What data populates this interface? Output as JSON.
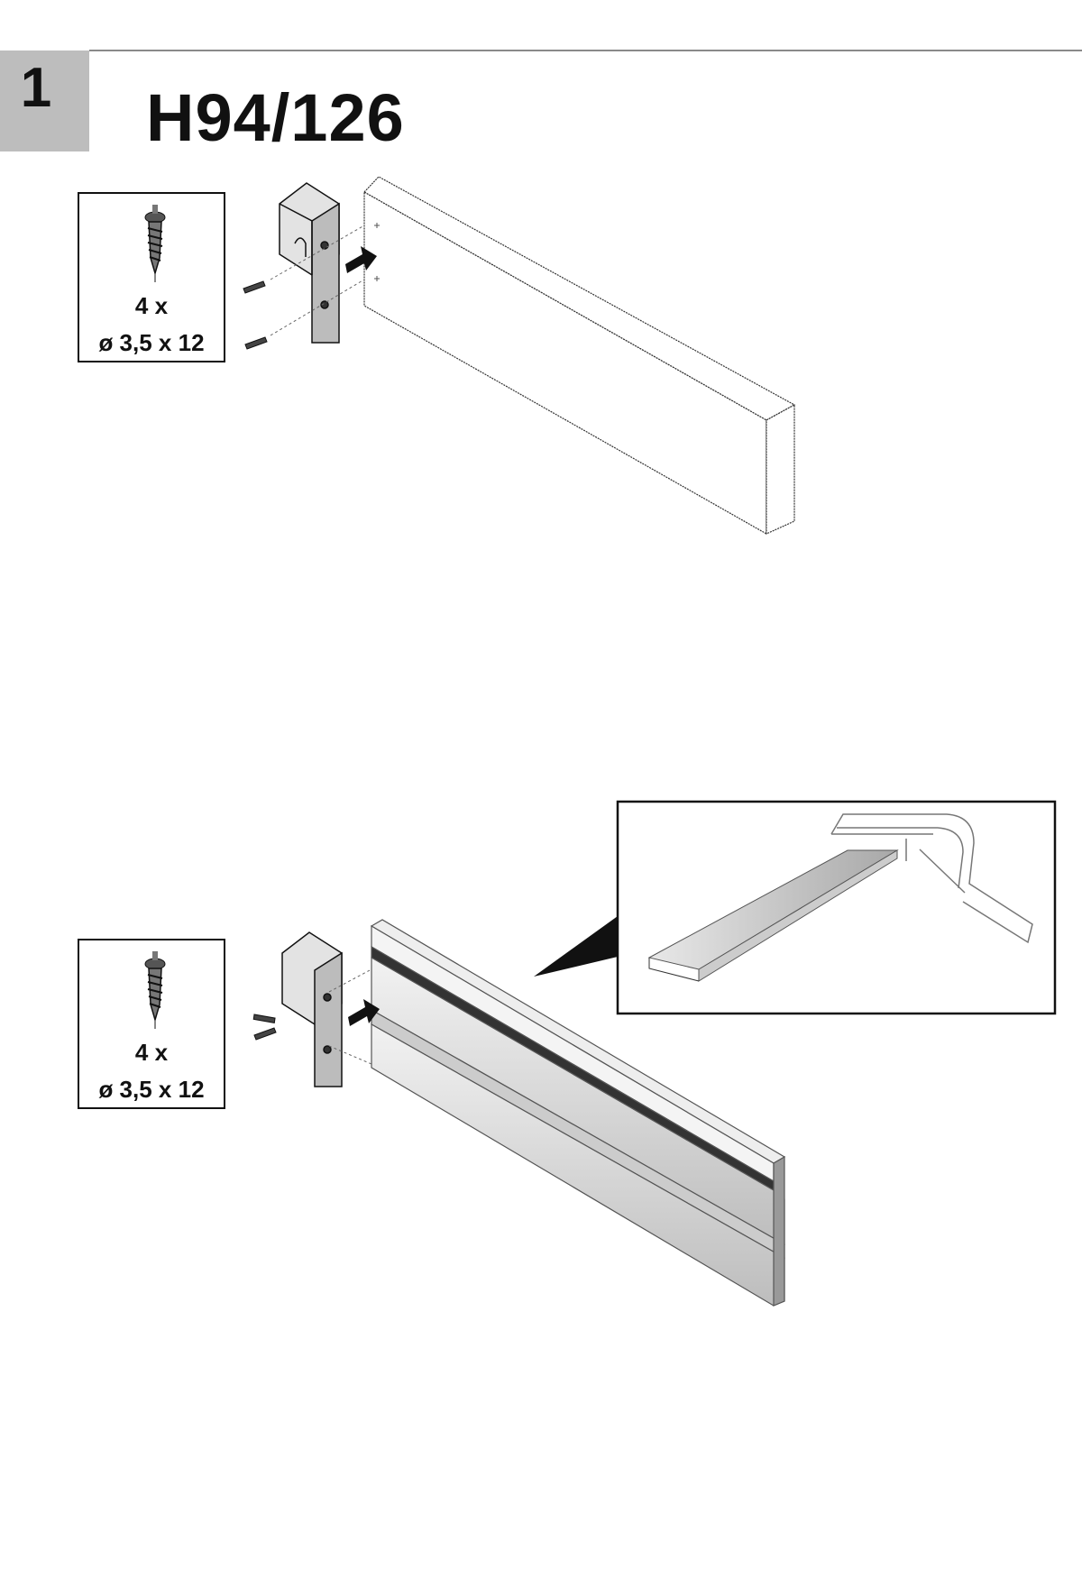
{
  "step": {
    "number": "1",
    "title": "H94/126"
  },
  "parts": [
    {
      "quantity": "4 x",
      "spec": "ø 3,5 x 12",
      "icon": "screw-icon"
    },
    {
      "quantity": "4 x",
      "spec": "ø 3,5 x 12",
      "icon": "screw-icon"
    }
  ],
  "colors": {
    "step_box": "#bdbdbd",
    "rule": "#8a8a8a",
    "ink": "#111111"
  }
}
